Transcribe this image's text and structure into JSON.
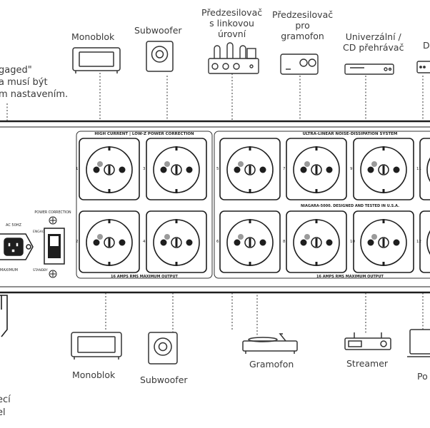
{
  "top_devices": {
    "monoblok": "Monoblok",
    "subwoofer": "Subwoofer",
    "predzesilovac_linkovou": [
      "Předzesilovač",
      "s linkovou",
      "úrovní"
    ],
    "predzesilovac_gramofon": [
      "Předzesilovač",
      "pro",
      "gramofon"
    ],
    "univerzalni_cd": [
      "Univerzální /",
      "CD přehrávač"
    ],
    "cut_right": "D"
  },
  "note_left": [
    "gaged\"",
    "a musí být",
    "m nastavením."
  ],
  "bottom_devices": {
    "monoblok": "Monoblok",
    "subwoofer": "Subwoofer",
    "gramofon": "Gramofon",
    "streamer": "Streamer",
    "cut_right": "Po"
  },
  "bottom_left_cut": [
    "ecí",
    "el"
  ],
  "panel": {
    "group_left_title": "HIGH CURRENT | LOW-Z POWER CORRECTION",
    "group_right_title": "ULTRA-LINEAR NOISE-DISSIPATION SYSTEM",
    "brand_line": "NIAGARA-5000. DESIGNED AND TESTED IN U.S.A.",
    "max_output_left": "16 AMPS RMS MAXIMUM OUTPUT",
    "max_output_right": "16 AMPS RMS MAXIMUM OUTPUT",
    "power_correction": "POWER CORRECTION",
    "engaged": "ENGAGED",
    "standby": "STANDBY",
    "ac_rating": "AC 50HZ",
    "maximum": "MAXIMUM",
    "outlet_numbers": [
      "1",
      "2",
      "3",
      "4",
      "5",
      "6",
      "7",
      "8",
      "9",
      "10",
      "11",
      "12"
    ]
  },
  "colors": {
    "line": "#333333",
    "dot": "#9a9a9a",
    "ink": "#1e1e1e"
  }
}
